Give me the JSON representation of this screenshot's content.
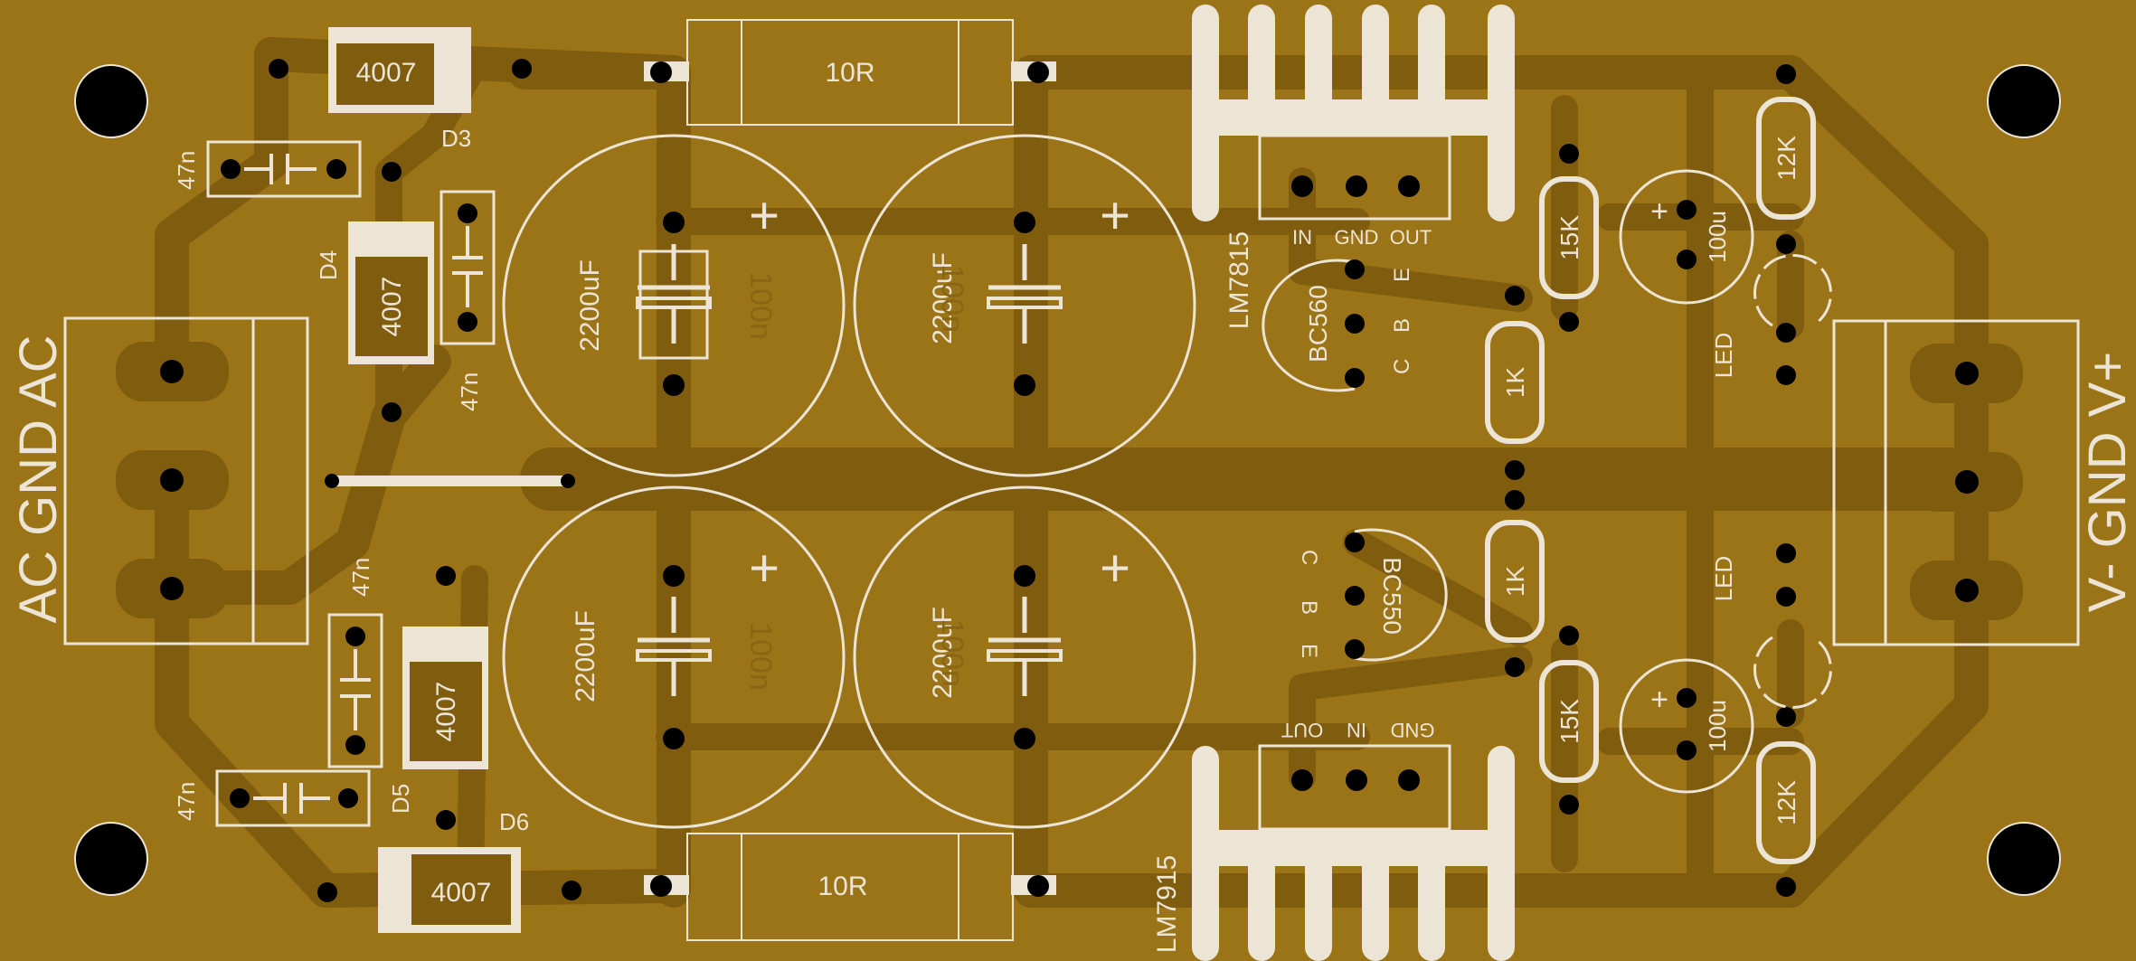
{
  "colors": {
    "board": "#9c7418",
    "copper": "#7f5c0e",
    "silkscreen": "#ece5d5",
    "drill": "#000000"
  },
  "labels": {
    "input_connector": "AC GND AC",
    "output_connector": "V- GND V+",
    "diode_top_left": "4007",
    "diode_d4": "4007",
    "diode_d5": "4007",
    "diode_bottom": "4007",
    "d3": "D3",
    "d4": "D4",
    "d5": "D5",
    "d6": "D6",
    "cap_47n_1": "47n",
    "cap_47n_2": "47n",
    "cap_47n_3": "47n",
    "cap_47n_4": "47n",
    "resistor_10r_top": "10R",
    "resistor_10r_bottom": "10R",
    "elcap_1": "2200uF",
    "elcap_2": "2200uF",
    "elcap_3": "2200uF",
    "elcap_4": "2200uF",
    "bottom_100n_1": "100n",
    "bottom_100n_2": "100n",
    "bottom_100n_3": "100n",
    "bottom_100n_4": "100n",
    "plus": "+",
    "reg_pos": "LM7815",
    "reg_neg": "LM7915",
    "pin_in": "IN",
    "pin_gnd": "GND",
    "pin_out": "OUT",
    "pin_out_neg": "OUT",
    "pin_in_neg": "IN",
    "pin_gnd_neg": "GND",
    "transistor_top": "BC560",
    "transistor_bottom": "BC550",
    "pin_c": "C",
    "pin_b": "B",
    "pin_e": "E",
    "r_15k_top": "15K",
    "r_15k_bottom": "15K",
    "r_12k_top": "12K",
    "r_12k_bottom": "12K",
    "r_1k_top": "1K",
    "r_1k_bottom": "1K",
    "cap_100u_top": "100u",
    "cap_100u_bottom": "100u",
    "led_top": "LED",
    "led_bottom": "LED"
  }
}
